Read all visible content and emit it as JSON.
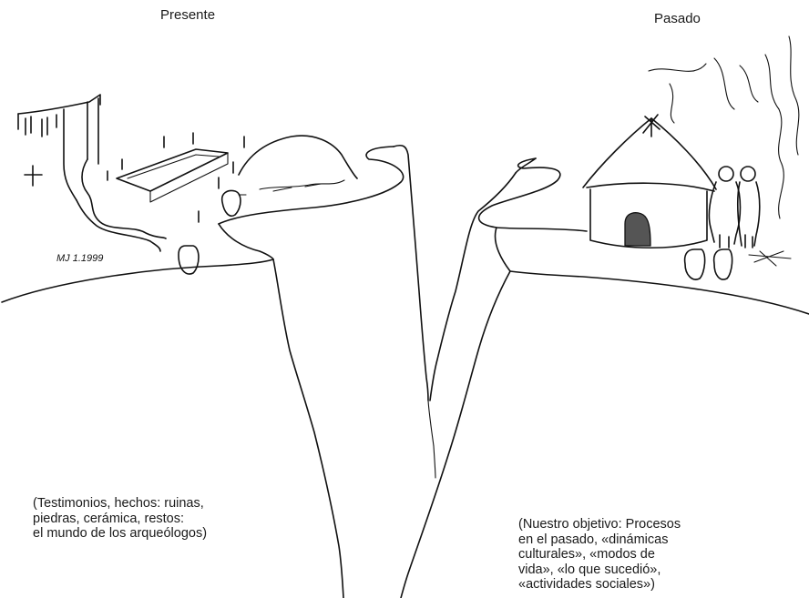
{
  "headings": {
    "present": "Presente",
    "past": "Pasado"
  },
  "notes": {
    "present": "(Testimonios, hechos: ruinas,\npiedras, cerámica, restos:\nel mundo de los arqueólogos)",
    "past": "(Nuestro objetivo: Procesos\nen el pasado, «dinámicas\nculturales», «modos de\nvida», «lo que sucedió»,\n«actividades sociales»)"
  },
  "signature": "MJ 1.1999"
}
